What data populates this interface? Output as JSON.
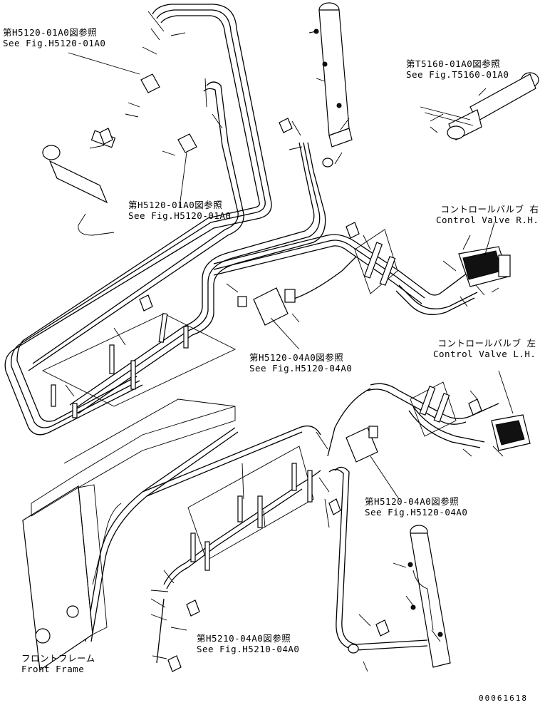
{
  "callouts": {
    "h5120_01a0_top": {
      "jp": "第H5120-01A0図参照",
      "en": "See Fig.H5120-01A0"
    },
    "t5160_01a0": {
      "jp": "第T5160-01A0図参照",
      "en": "See Fig.T5160-01A0"
    },
    "h5120_01a0_mid": {
      "jp": "第H5120-01A0図参照",
      "en": "See Fig.H5120-01A0"
    },
    "control_valve_rh": {
      "jp": "コントロールバルブ 右",
      "en": "Control Valve R.H."
    },
    "h5120_04a0_mid": {
      "jp": "第H5120-04A0図参照",
      "en": "See Fig.H5120-04A0"
    },
    "control_valve_lh": {
      "jp": "コントロールバルブ 左",
      "en": "Control Valve L.H."
    },
    "h5120_04a0_low": {
      "jp": "第H5120-04A0図参照",
      "en": "See Fig.H5120-04A0"
    },
    "h5210_04a0": {
      "jp": "第H5210-04A0図参照",
      "en": "See Fig.H5210-04A0"
    },
    "front_frame": {
      "jp": "フロントフレーム",
      "en": "Front Frame"
    }
  },
  "drawing_number": "00061618"
}
